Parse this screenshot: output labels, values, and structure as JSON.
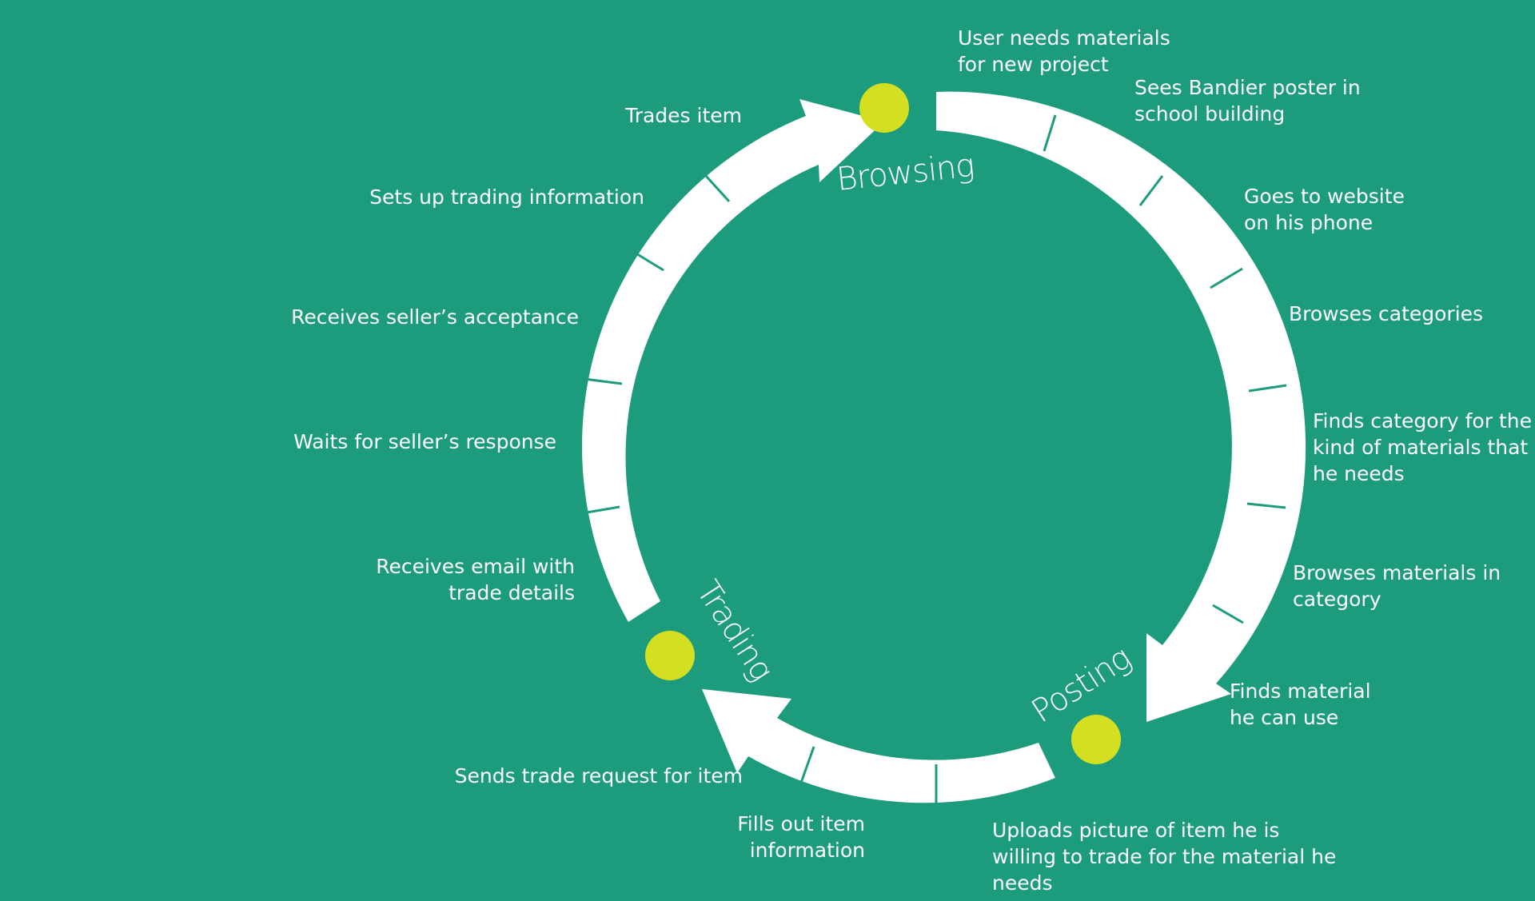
{
  "colors": {
    "background": "#1d9c7d",
    "ring": "#ffffff",
    "phase_dot": "#d4df22",
    "text": "#ffffff"
  },
  "phases": [
    {
      "id": "browsing",
      "label": "Browsing"
    },
    {
      "id": "posting",
      "label": "Posting"
    },
    {
      "id": "trading",
      "label": "Trading"
    }
  ],
  "steps": [
    {
      "id": "step-1",
      "lines": [
        "User needs materials",
        "for new project"
      ]
    },
    {
      "id": "step-2",
      "lines": [
        "Sees Bandier poster in",
        "school building"
      ]
    },
    {
      "id": "step-3",
      "lines": [
        "Goes to website",
        "on his phone"
      ]
    },
    {
      "id": "step-4",
      "lines": [
        "Browses categories"
      ]
    },
    {
      "id": "step-5",
      "lines": [
        "Finds category for the",
        "kind of materials that",
        "he needs"
      ]
    },
    {
      "id": "step-6",
      "lines": [
        "Browses materials in",
        "category"
      ]
    },
    {
      "id": "step-7",
      "lines": [
        "Finds material",
        "he can use"
      ]
    },
    {
      "id": "step-8",
      "lines": [
        "Uploads picture of item he is",
        "willing to trade for the material he",
        "needs"
      ]
    },
    {
      "id": "step-9",
      "lines": [
        "Fills out item",
        "information"
      ]
    },
    {
      "id": "step-10",
      "lines": [
        "Sends trade request for item"
      ]
    },
    {
      "id": "step-11",
      "lines": [
        "Receives email with",
        "trade details"
      ]
    },
    {
      "id": "step-12",
      "lines": [
        "Waits for seller’s response"
      ]
    },
    {
      "id": "step-13",
      "lines": [
        "Receives seller’s acceptance"
      ]
    },
    {
      "id": "step-14",
      "lines": [
        "Sets up trading information"
      ]
    },
    {
      "id": "step-15",
      "lines": [
        "Trades item"
      ]
    }
  ]
}
